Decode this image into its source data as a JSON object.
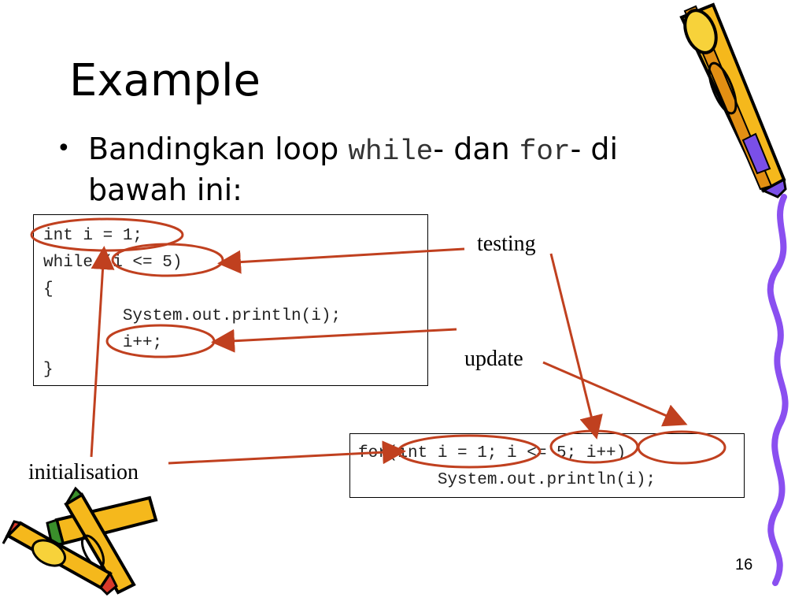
{
  "slide": {
    "title": "Example",
    "bullet": {
      "text_before": "Bandingkan loop ",
      "keyword_while": "while",
      "text_mid": "- dan ",
      "keyword_for": "for",
      "text_after": "- di",
      "line2": "bawah ini:"
    },
    "while_code": [
      "int i = 1;",
      "while (i <= 5)",
      "{",
      "        System.out.println(i);",
      "        i++;",
      "}"
    ],
    "for_code": [
      "for(int i = 1; i <= 5; i++)",
      "        System.out.println(i);"
    ],
    "labels": {
      "testing": "testing",
      "update": "update",
      "initialisation": "initialisation"
    },
    "page_number": "16",
    "colors": {
      "annotation": "#c0401f",
      "pencil_body": "#f5b81c",
      "squiggle": "#8a4ff0"
    },
    "icons": [
      "pencil-icon",
      "pencils-cluster-icon",
      "squiggle-decoration"
    ]
  }
}
